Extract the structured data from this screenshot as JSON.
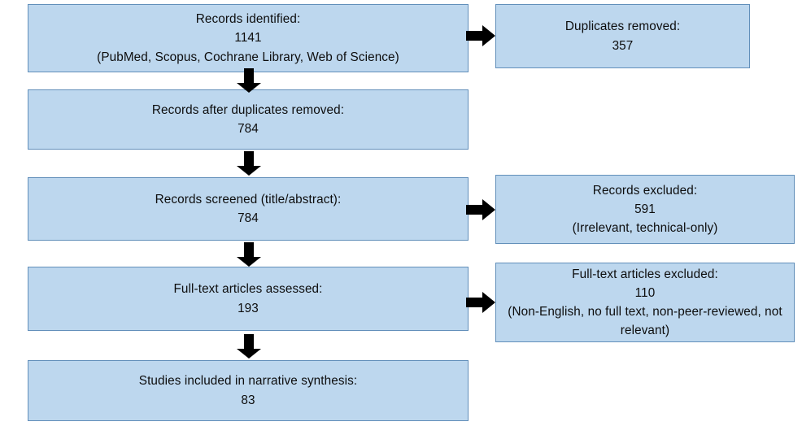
{
  "diagram": {
    "type": "prisma-flow-diagram",
    "palette": {
      "box_fill": "#bdd7ee",
      "box_border": "#628fba",
      "arrow": "#000000",
      "text": "#0d0d0d",
      "background": "#ffffff"
    },
    "nodes": {
      "records_identified": {
        "label": "Records identified:",
        "count": "1141",
        "detail": "(PubMed, Scopus, Cochrane Library, Web of Science)"
      },
      "duplicates_removed": {
        "label": "Duplicates removed:",
        "count": "357"
      },
      "records_after_duplicates": {
        "label": "Records after duplicates removed:",
        "count": "784"
      },
      "records_screened": {
        "label": "Records screened (title/abstract):",
        "count": "784"
      },
      "records_excluded": {
        "label": "Records excluded:",
        "count": "591",
        "detail": "(Irrelevant, technical-only)"
      },
      "fulltext_assessed": {
        "label": "Full-text articles assessed:",
        "count": "193"
      },
      "fulltext_excluded": {
        "label": "Full-text articles excluded:",
        "count": "110",
        "detail": "(Non-English, no full text, non-peer-reviewed, not relevant)"
      },
      "studies_included": {
        "label": "Studies included in narrative synthesis:",
        "count": "83"
      }
    },
    "connectors": [
      {
        "name": "identified-to-duplicates",
        "direction": "right"
      },
      {
        "name": "identified-to-after-duplicates",
        "direction": "down"
      },
      {
        "name": "after-duplicates-to-screened",
        "direction": "down"
      },
      {
        "name": "screened-to-excluded",
        "direction": "right"
      },
      {
        "name": "screened-to-fulltext",
        "direction": "down"
      },
      {
        "name": "fulltext-to-fulltext-excluded",
        "direction": "right"
      },
      {
        "name": "fulltext-to-included",
        "direction": "down"
      }
    ]
  }
}
